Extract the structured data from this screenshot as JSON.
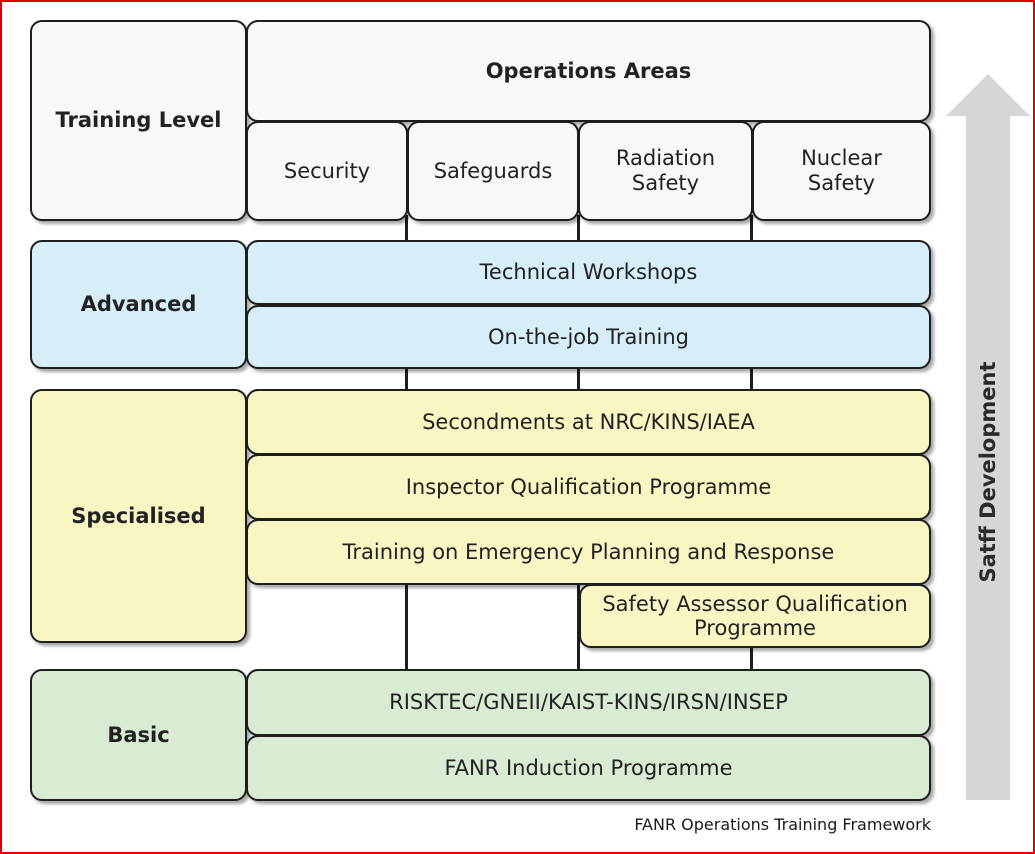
{
  "header": {
    "training_level": "Training Level",
    "operations_areas": "Operations Areas",
    "areas": [
      "Security",
      "Safeguards",
      "Radiation Safety",
      "Nuclear Safety"
    ]
  },
  "levels": {
    "advanced": {
      "label": "Advanced",
      "items": [
        "Technical Workshops",
        "On-the-job Training"
      ]
    },
    "specialised": {
      "label": "Specialised",
      "items": [
        "Secondments at NRC/KINS/IAEA",
        "Inspector Qualification Programme",
        "Training on Emergency Planning and Response",
        "Safety Assessor Qualification Programme"
      ]
    },
    "basic": {
      "label": "Basic",
      "items": [
        "RISKTEC/GNEII/KAIST-KINS/IRSN/INSEP",
        "FANR Induction Programme"
      ]
    }
  },
  "arrow_label": "Satff Development",
  "caption": "FANR Operations Training Framework",
  "colors": {
    "header": "#f8f8fb",
    "advanced": "#d6eef7",
    "specialised": "#f8f6c3",
    "basic": "#d9ebd3",
    "arrow": "#d6d6d8",
    "frame": "#e00000"
  }
}
